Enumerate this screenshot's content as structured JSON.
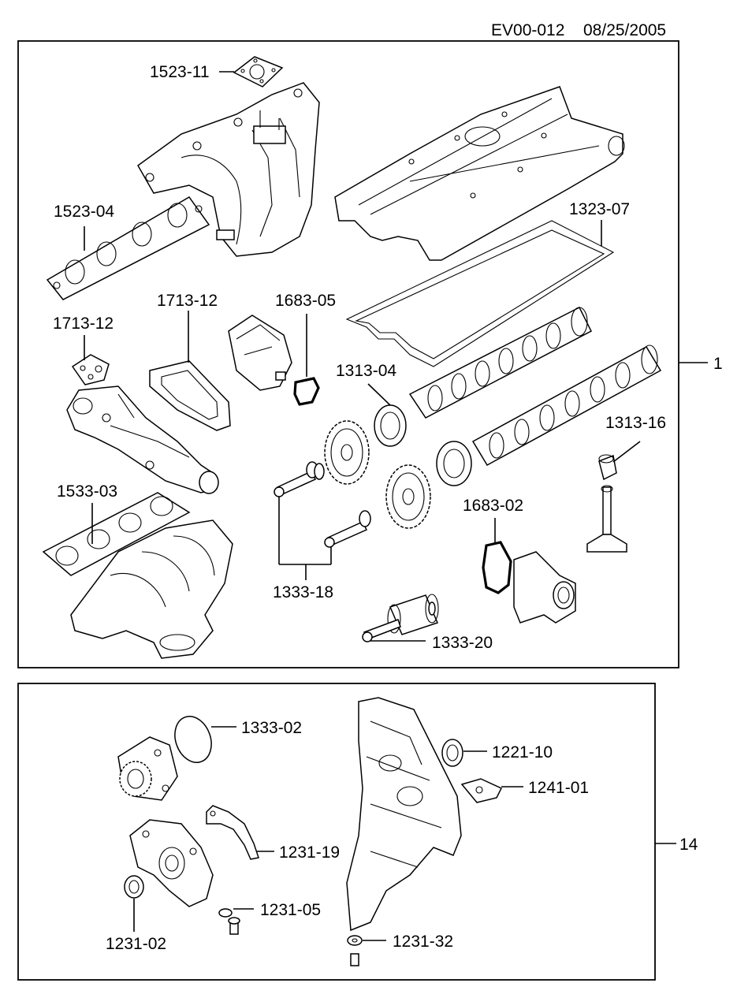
{
  "header": {
    "doc_id": "EV00-012",
    "date": "08/25/2005"
  },
  "kit_a": {
    "number": "1"
  },
  "kit_b": {
    "number": "14"
  },
  "labels": {
    "p1523_11": "1523-11",
    "p1523_04": "1523-04",
    "p1323_07": "1323-07",
    "p1713_12a": "1713-12",
    "p1713_12b": "1713-12",
    "p1683_05": "1683-05",
    "p1313_04": "1313-04",
    "p1313_16": "1313-16",
    "p1533_03": "1533-03",
    "p1683_02": "1683-02",
    "p1333_18": "1333-18",
    "p1333_20": "1333-20",
    "p1333_02": "1333-02",
    "p1221_10": "1221-10",
    "p1241_01": "1241-01",
    "p1231_19": "1231-19",
    "p1231_05": "1231-05",
    "p1231_02": "1231-02",
    "p1231_32": "1231-32"
  }
}
